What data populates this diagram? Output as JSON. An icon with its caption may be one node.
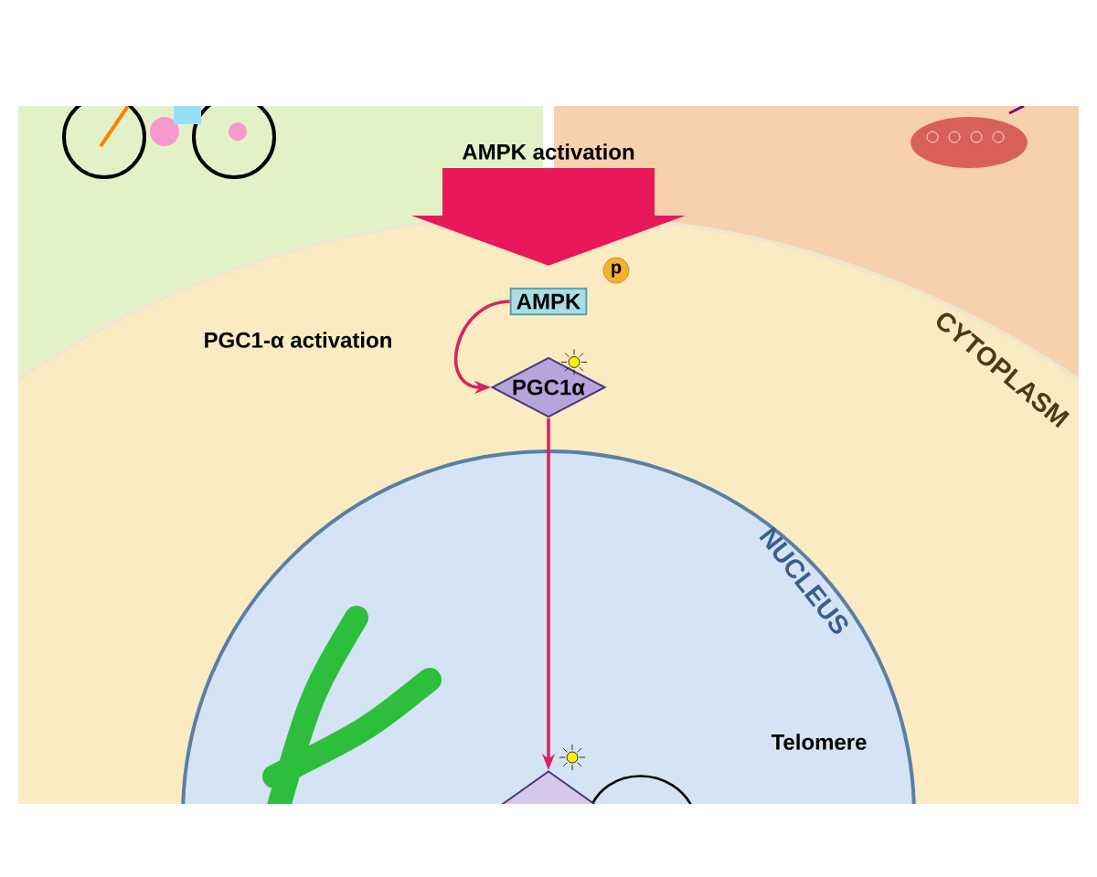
{
  "diagram": {
    "nodes": [
      {
        "text": [
          "CYTOPLASM"
        ]
      },
      {
        "text": [
          "AMPK"
        ],
        "in": 0
      },
      {
        "text": [
          "p"
        ],
        "in": 0
      },
      {
        "text": [
          "PGC1α"
        ],
        "in": 0
      },
      {
        "text": [
          "NUCLEUS"
        ],
        "in": 0
      },
      {
        "text": [],
        "shape": "diamond",
        "in": 4
      }
    ],
    "edges": [
      {
        "from": null,
        "to": 1,
        "arrow": "to",
        "label": "AMPK activation",
        "style": "thick"
      },
      {
        "from": 1,
        "to": 3,
        "arrow": "to",
        "label": "PGC1-α activation"
      },
      {
        "from": 3,
        "to": 5,
        "arrow": "to"
      }
    ],
    "labels": [
      "Telomere"
    ]
  }
}
